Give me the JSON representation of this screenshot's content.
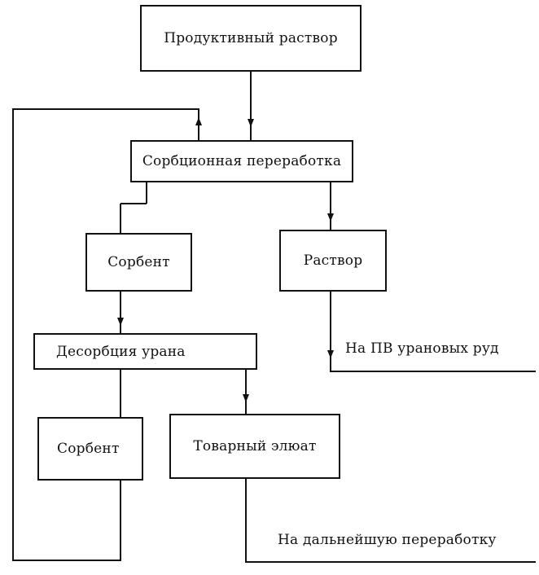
{
  "nodes": {
    "productive_solution": "Продуктивный раствор",
    "sorption_processing": "Сорбционная переработка",
    "sorbent_1": "Сорбент",
    "solution": "Раствор",
    "uranium_desorption": "Десорбция урана",
    "sorbent_2": "Сорбент",
    "commercial_eluate": "Товарный элюат"
  },
  "outputs": {
    "to_ore_leaching": "На ПВ урановых руд",
    "to_further_processing": "На дальнейшую переработку"
  },
  "colors": {
    "ink": "#111111",
    "background": "#ffffff"
  }
}
